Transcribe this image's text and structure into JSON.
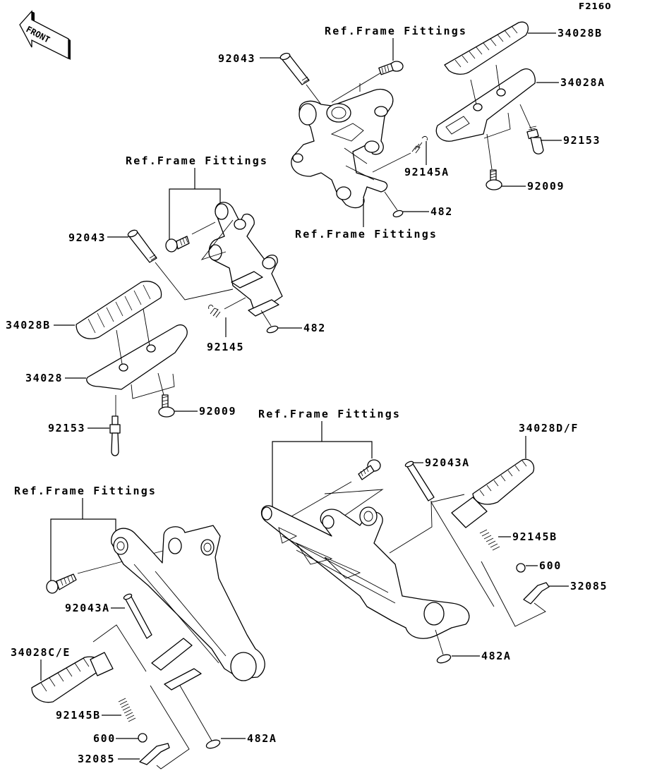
{
  "diagram": {
    "figure_code": "F2160",
    "front_indicator": "FRONT",
    "reference_note": "Ref.Frame Fittings",
    "groups": [
      {
        "name": "upper-right-front-footpeg",
        "labels": [
          "34028B",
          "34028A",
          "92153",
          "92009",
          "92145A",
          "482",
          "92043"
        ],
        "references": [
          "Ref.Frame Fittings",
          "Ref.Frame Fittings"
        ]
      },
      {
        "name": "upper-left-front-footpeg",
        "labels": [
          "92043",
          "34028B",
          "34028",
          "92145",
          "482",
          "92009",
          "92153"
        ],
        "references": [
          "Ref.Frame Fittings"
        ]
      },
      {
        "name": "lower-right-rear-footpeg",
        "labels": [
          "92043A",
          "34028D/F",
          "92145B",
          "600",
          "32085",
          "482A"
        ],
        "references": [
          "Ref.Frame Fittings"
        ]
      },
      {
        "name": "lower-left-rear-footpeg",
        "labels": [
          "92043A",
          "34028C/E",
          "92145B",
          "600",
          "32085",
          "482A"
        ],
        "references": [
          "Ref.Frame Fittings"
        ]
      }
    ]
  },
  "labels": {
    "fig": "F2160",
    "front": "FRONT",
    "ref": "Ref.Frame Fittings",
    "p92043": "92043",
    "p34028B": "34028B",
    "p34028A": "34028A",
    "p92153": "92153",
    "p92009": "92009",
    "p92145A": "92145A",
    "p482": "482",
    "p34028": "34028",
    "p92145": "92145",
    "p92043A": "92043A",
    "p34028DF": "34028D/F",
    "p92145B": "92145B",
    "p600": "600",
    "p32085": "32085",
    "p482A": "482A",
    "p34028CE": "34028C/E"
  }
}
